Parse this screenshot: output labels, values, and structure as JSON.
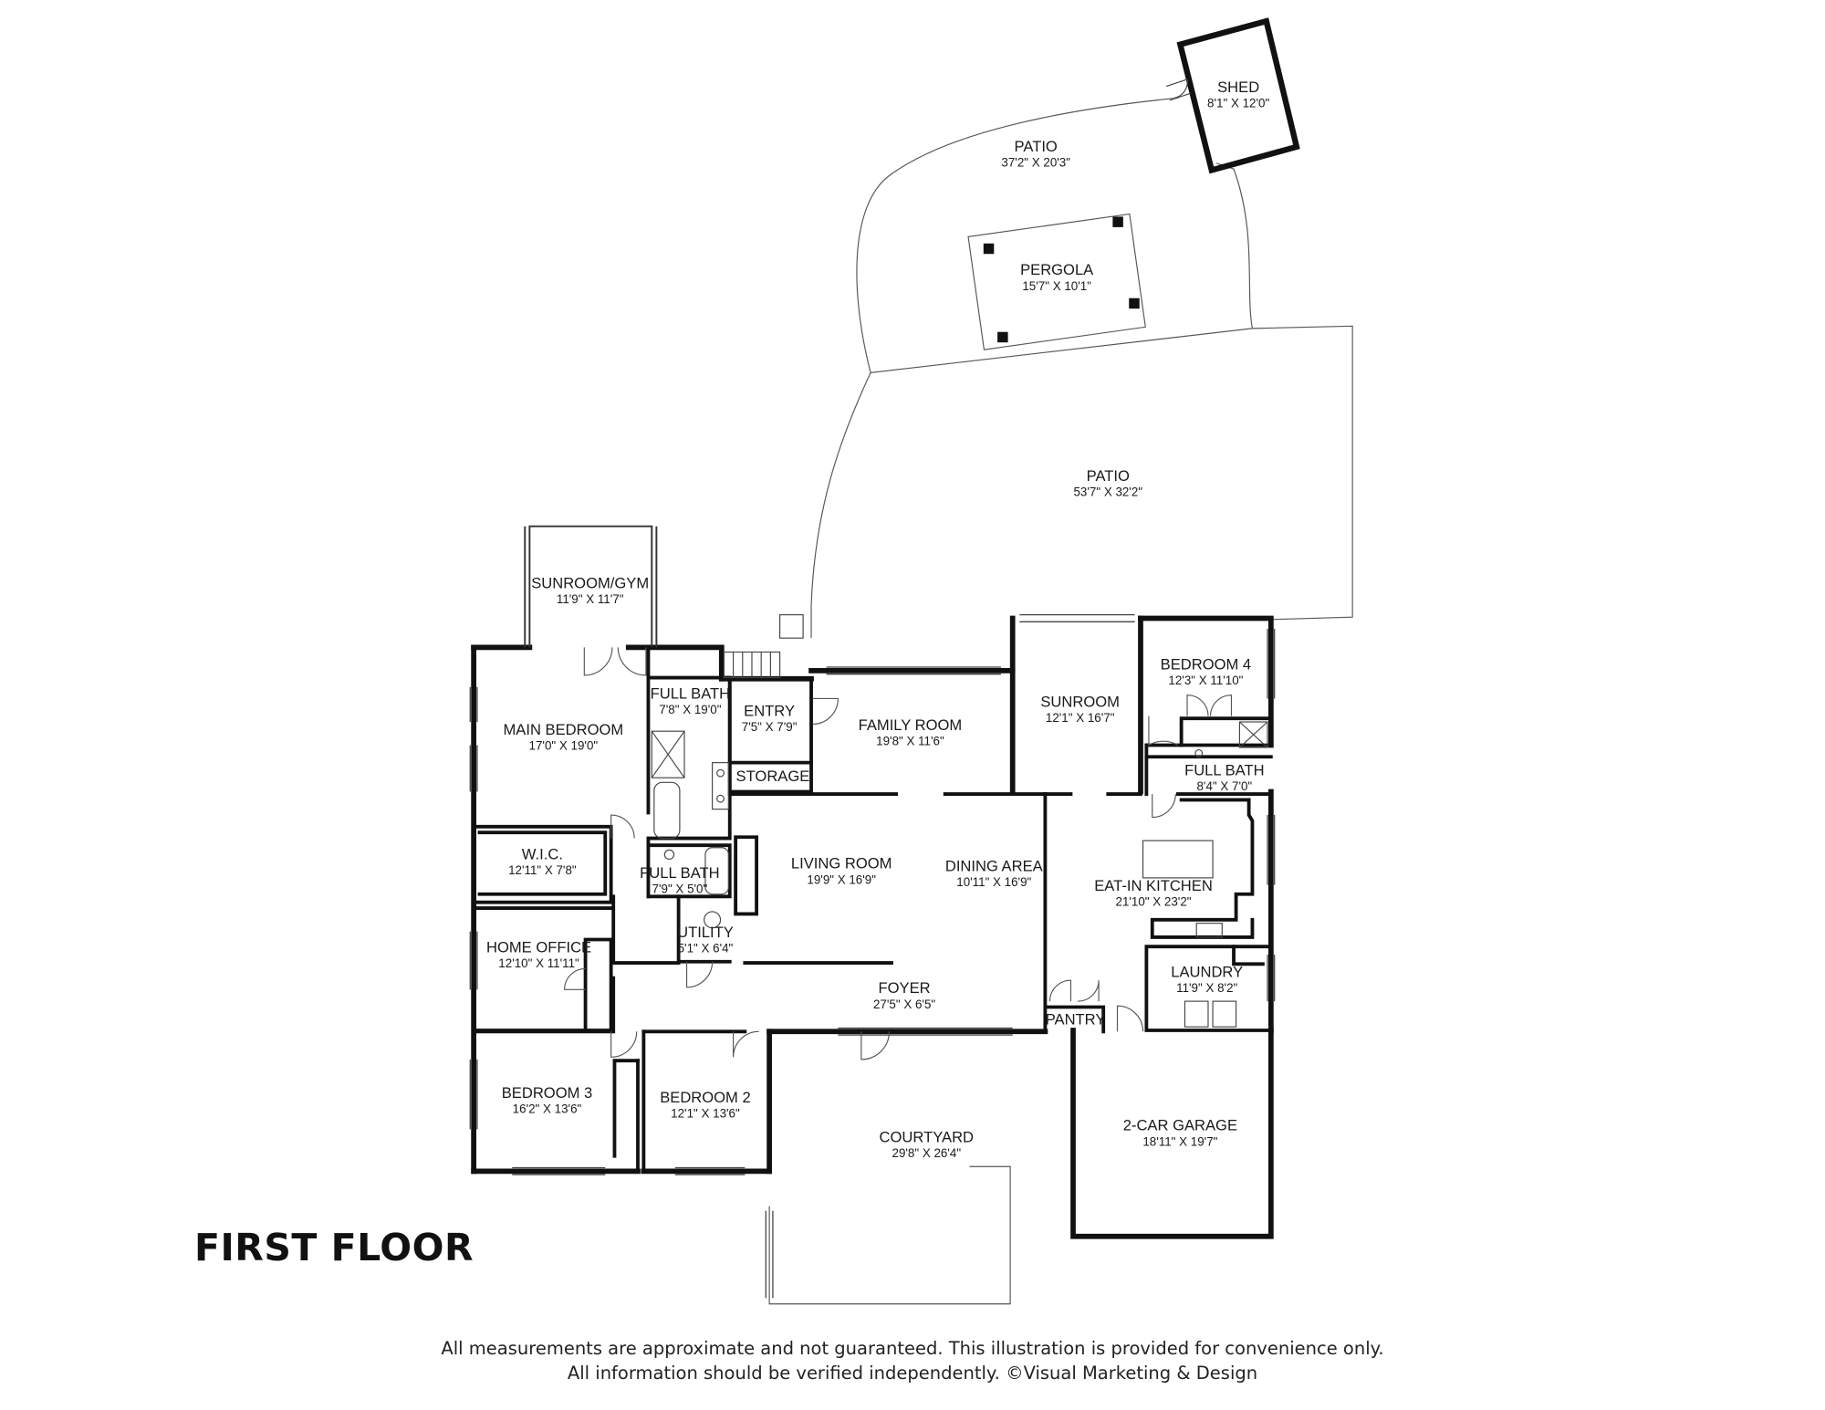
{
  "floor_title": "FIRST FLOOR",
  "disclaimer": {
    "line1": "All measurements are approximate and not guaranteed. This illustration is provided for convenience only.",
    "line2": "All information should be verified independently. ©Visual Marketing & Design"
  },
  "rooms": [
    {
      "key": "shed",
      "name": "SHED",
      "dims": "8'1\" X 12'0\""
    },
    {
      "key": "patio-upper",
      "name": "PATIO",
      "dims": "37'2\" X 20'3\""
    },
    {
      "key": "pergola",
      "name": "PERGOLA",
      "dims": "15'7\" X 10'1\""
    },
    {
      "key": "patio-lower",
      "name": "PATIO",
      "dims": "53'7\" X 32'2\""
    },
    {
      "key": "sunroom-gym",
      "name": "SUNROOM/GYM",
      "dims": "11'9\" X 11'7\""
    },
    {
      "key": "main-bedroom",
      "name": "MAIN BEDROOM",
      "dims": "17'0\" X 19'0\""
    },
    {
      "key": "full-bath-main",
      "name": "FULL BATH",
      "dims": "7'8\" X 19'0\""
    },
    {
      "key": "entry",
      "name": "ENTRY",
      "dims": "7'5\" X 7'9\""
    },
    {
      "key": "storage",
      "name": "STORAGE",
      "dims": ""
    },
    {
      "key": "family-room",
      "name": "FAMILY ROOM",
      "dims": "19'8\" X 11'6\""
    },
    {
      "key": "sunroom",
      "name": "SUNROOM",
      "dims": "12'1\" X 16'7\""
    },
    {
      "key": "bedroom-4",
      "name": "BEDROOM 4",
      "dims": "12'3\" X 11'10\""
    },
    {
      "key": "full-bath-b4",
      "name": "FULL BATH",
      "dims": "8'4\" X 7'0\""
    },
    {
      "key": "wic",
      "name": "W.I.C.",
      "dims": "12'11\" X 7'8\""
    },
    {
      "key": "full-bath-hall",
      "name": "FULL BATH",
      "dims": "7'9\" X 5'0\""
    },
    {
      "key": "living-room",
      "name": "LIVING ROOM",
      "dims": "19'9\" X 16'9\""
    },
    {
      "key": "dining-area",
      "name": "DINING AREA",
      "dims": "10'11\" X 16'9\""
    },
    {
      "key": "eat-in-kitchen",
      "name": "EAT-IN KITCHEN",
      "dims": "21'10\" X 23'2\""
    },
    {
      "key": "utility",
      "name": "UTILITY",
      "dims": "5'1\" X 6'4\""
    },
    {
      "key": "home-office",
      "name": "HOME OFFICE",
      "dims": "12'10\" X 11'11\""
    },
    {
      "key": "foyer",
      "name": "FOYER",
      "dims": "27'5\" X 6'5\""
    },
    {
      "key": "laundry",
      "name": "LAUNDRY",
      "dims": "11'9\" X 8'2\""
    },
    {
      "key": "pantry",
      "name": "PANTRY",
      "dims": ""
    },
    {
      "key": "bedroom-3",
      "name": "BEDROOM 3",
      "dims": "16'2\" X 13'6\""
    },
    {
      "key": "bedroom-2",
      "name": "BEDROOM 2",
      "dims": "12'1\" X 13'6\""
    },
    {
      "key": "courtyard",
      "name": "COURTYARD",
      "dims": "29'8\" X 26'4\""
    },
    {
      "key": "garage",
      "name": "2-CAR GARAGE",
      "dims": "18'11\" X 19'7\""
    }
  ]
}
